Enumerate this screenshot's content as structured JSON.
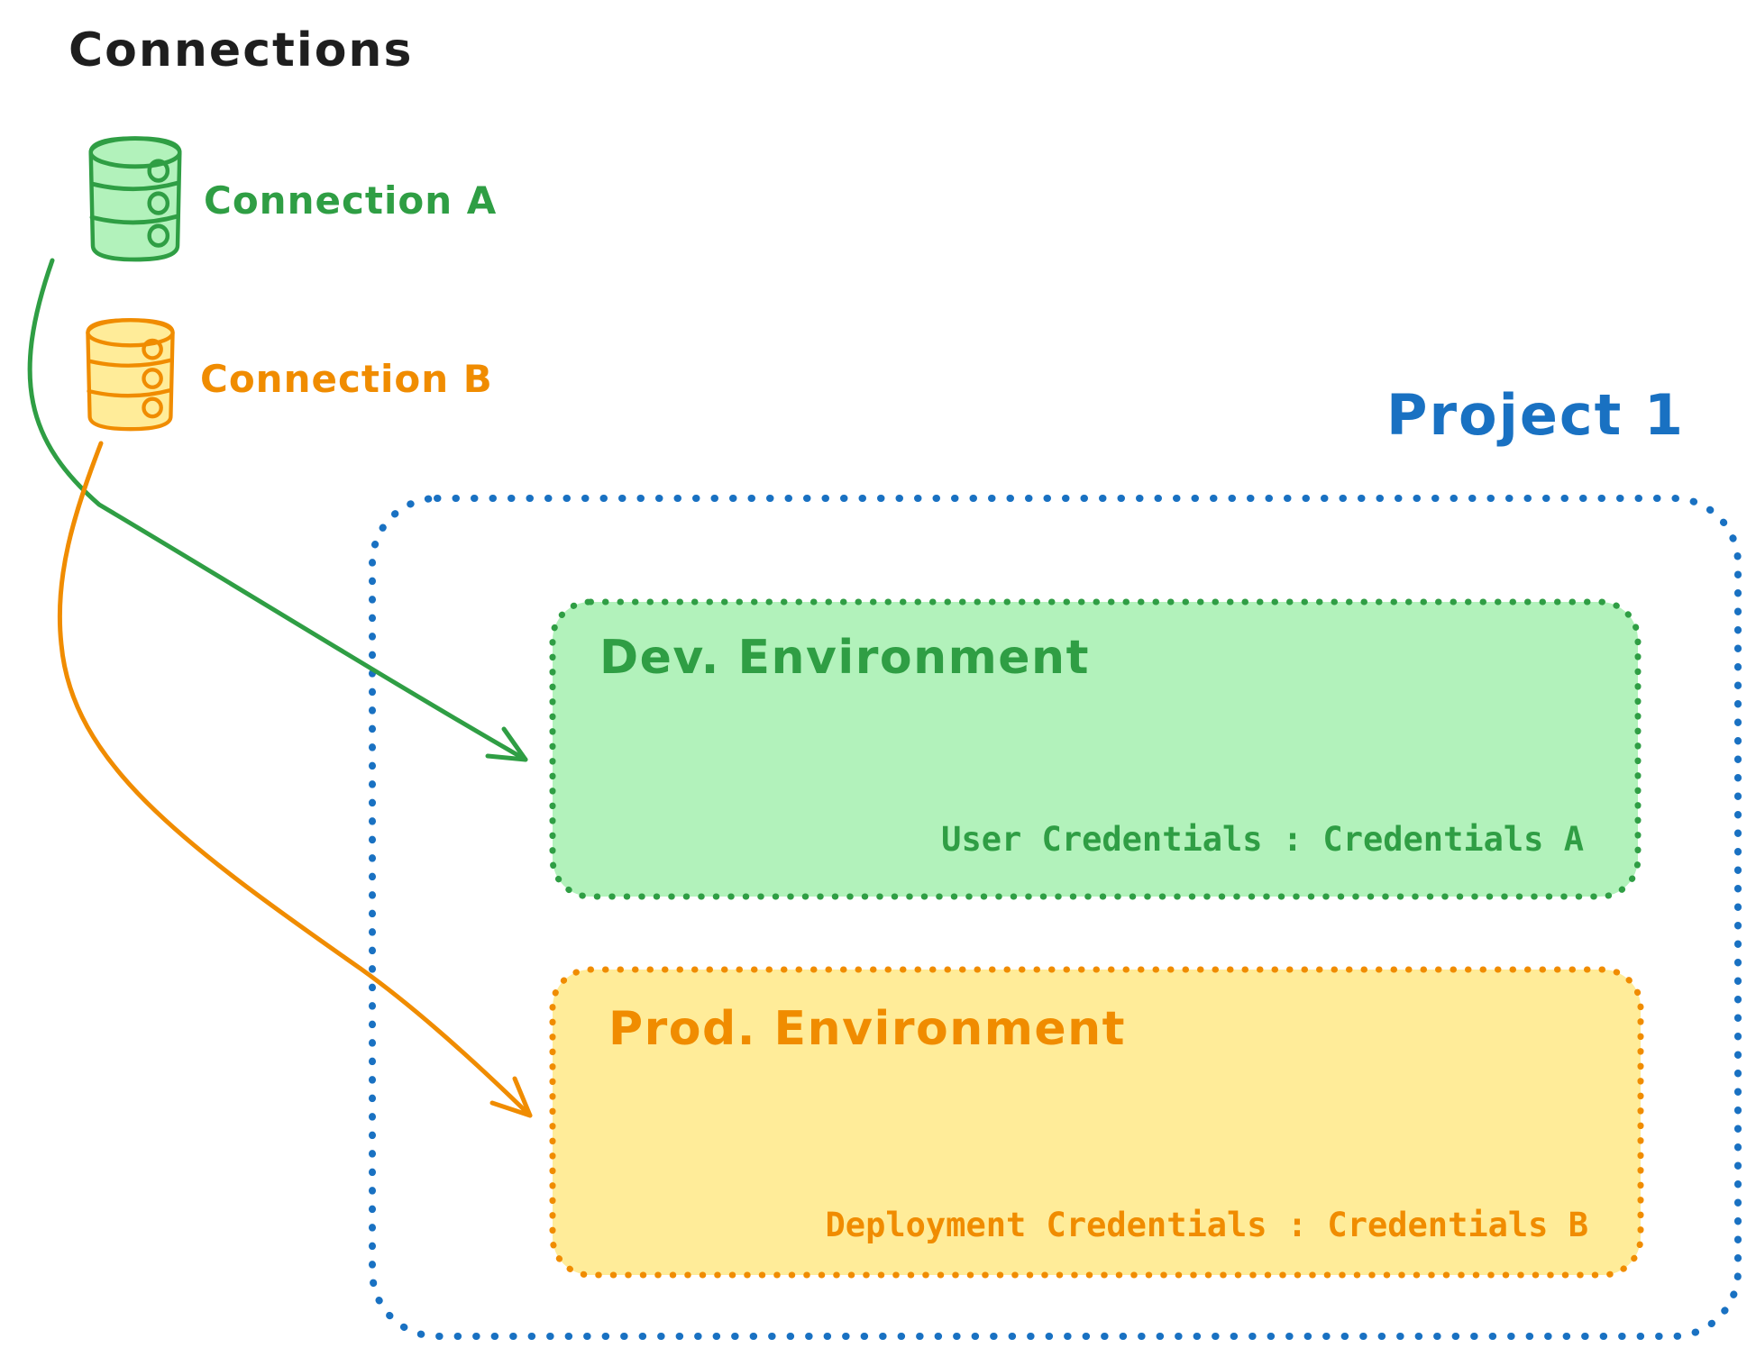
{
  "title": "Connections",
  "colors": {
    "ink": "#1e1e1e",
    "green": "#2f9e44",
    "green_fill": "#b2f2bb",
    "orange": "#f08c00",
    "orange_fill": "#ffec99",
    "blue": "#1971c2",
    "bg": "#ffffff"
  },
  "connections": [
    {
      "label": "Connection A",
      "color": "#2f9e44",
      "icon": "database-icon"
    },
    {
      "label": "Connection B",
      "color": "#f08c00",
      "icon": "database-icon"
    }
  ],
  "project": {
    "label": "Project 1",
    "environments": [
      {
        "name": "Dev. Environment",
        "credentials": "User Credentials : Credentials A"
      },
      {
        "name": "Prod. Environment",
        "credentials": "Deployment Credentials : Credentials B"
      }
    ]
  },
  "arrows": [
    {
      "name": "connection-a-to-dev",
      "from": "Connection A",
      "to": "Dev. Environment",
      "color": "#2f9e44"
    },
    {
      "name": "connection-b-to-prod",
      "from": "Connection B",
      "to": "Prod. Environment",
      "color": "#f08c00"
    }
  ]
}
